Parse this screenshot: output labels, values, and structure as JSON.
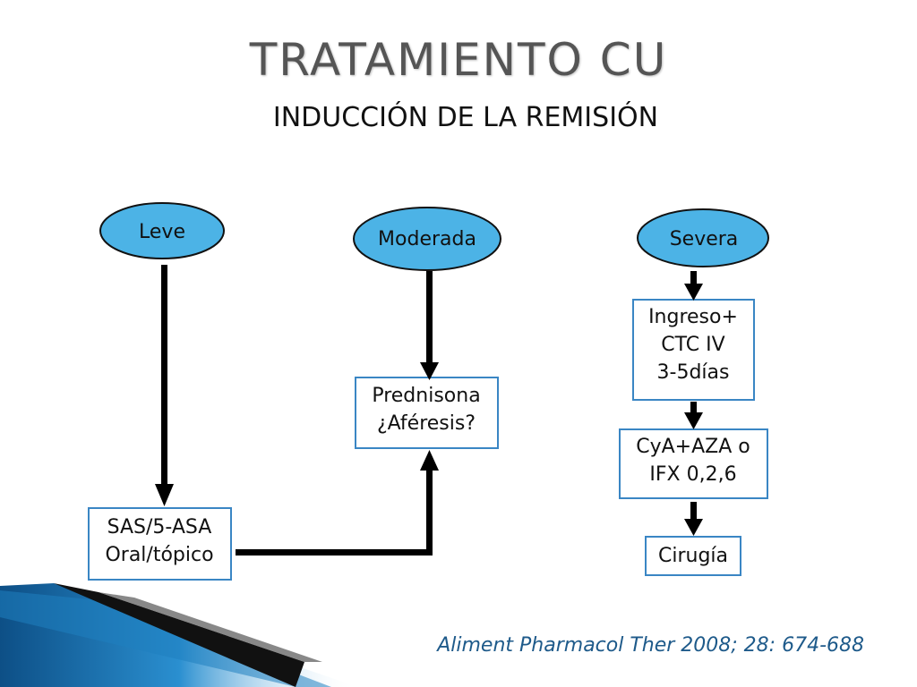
{
  "slide": {
    "title": "TRATAMIENTO CU",
    "subtitle": "INDUCCIÓN DE LA REMISIÓN",
    "citation": "Aliment Pharmacol Ther 2008; 28: 674-688"
  },
  "nodes": {
    "leve": "Leve",
    "moderada": "Moderada",
    "severa": "Severa",
    "sas_line1": "SAS/5-ASA",
    "sas_line2": "Oral/tópico",
    "prednisona_line1": "Prednisona",
    "prednisona_line2": "¿Aféresis?",
    "ingreso_line1": "Ingreso+",
    "ingreso_line2": "CTC IV",
    "ingreso_line3": "3-5días",
    "cya_line1": "CyA+AZA o",
    "cya_line2": "IFX 0,2,6",
    "cirugia": "Cirugía"
  },
  "colors": {
    "ellipse_fill": "#4cb3e6",
    "box_border": "#3a86c4",
    "arrow": "#000000",
    "decor_blue": "#1f7fc0"
  }
}
